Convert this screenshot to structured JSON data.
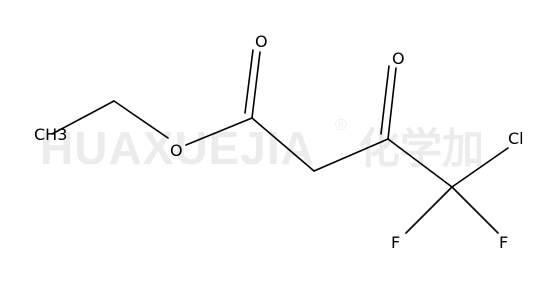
{
  "watermark": {
    "brand": "HUAXUEJIA",
    "registered_mark": "®",
    "chinese": "化学加"
  },
  "structure": {
    "atoms": {
      "ch3": "CH3",
      "o_ester": "O",
      "o_carbonyl1": "O",
      "o_carbonyl2": "O",
      "cl": "Cl",
      "f1": "F",
      "f2": "F"
    }
  }
}
